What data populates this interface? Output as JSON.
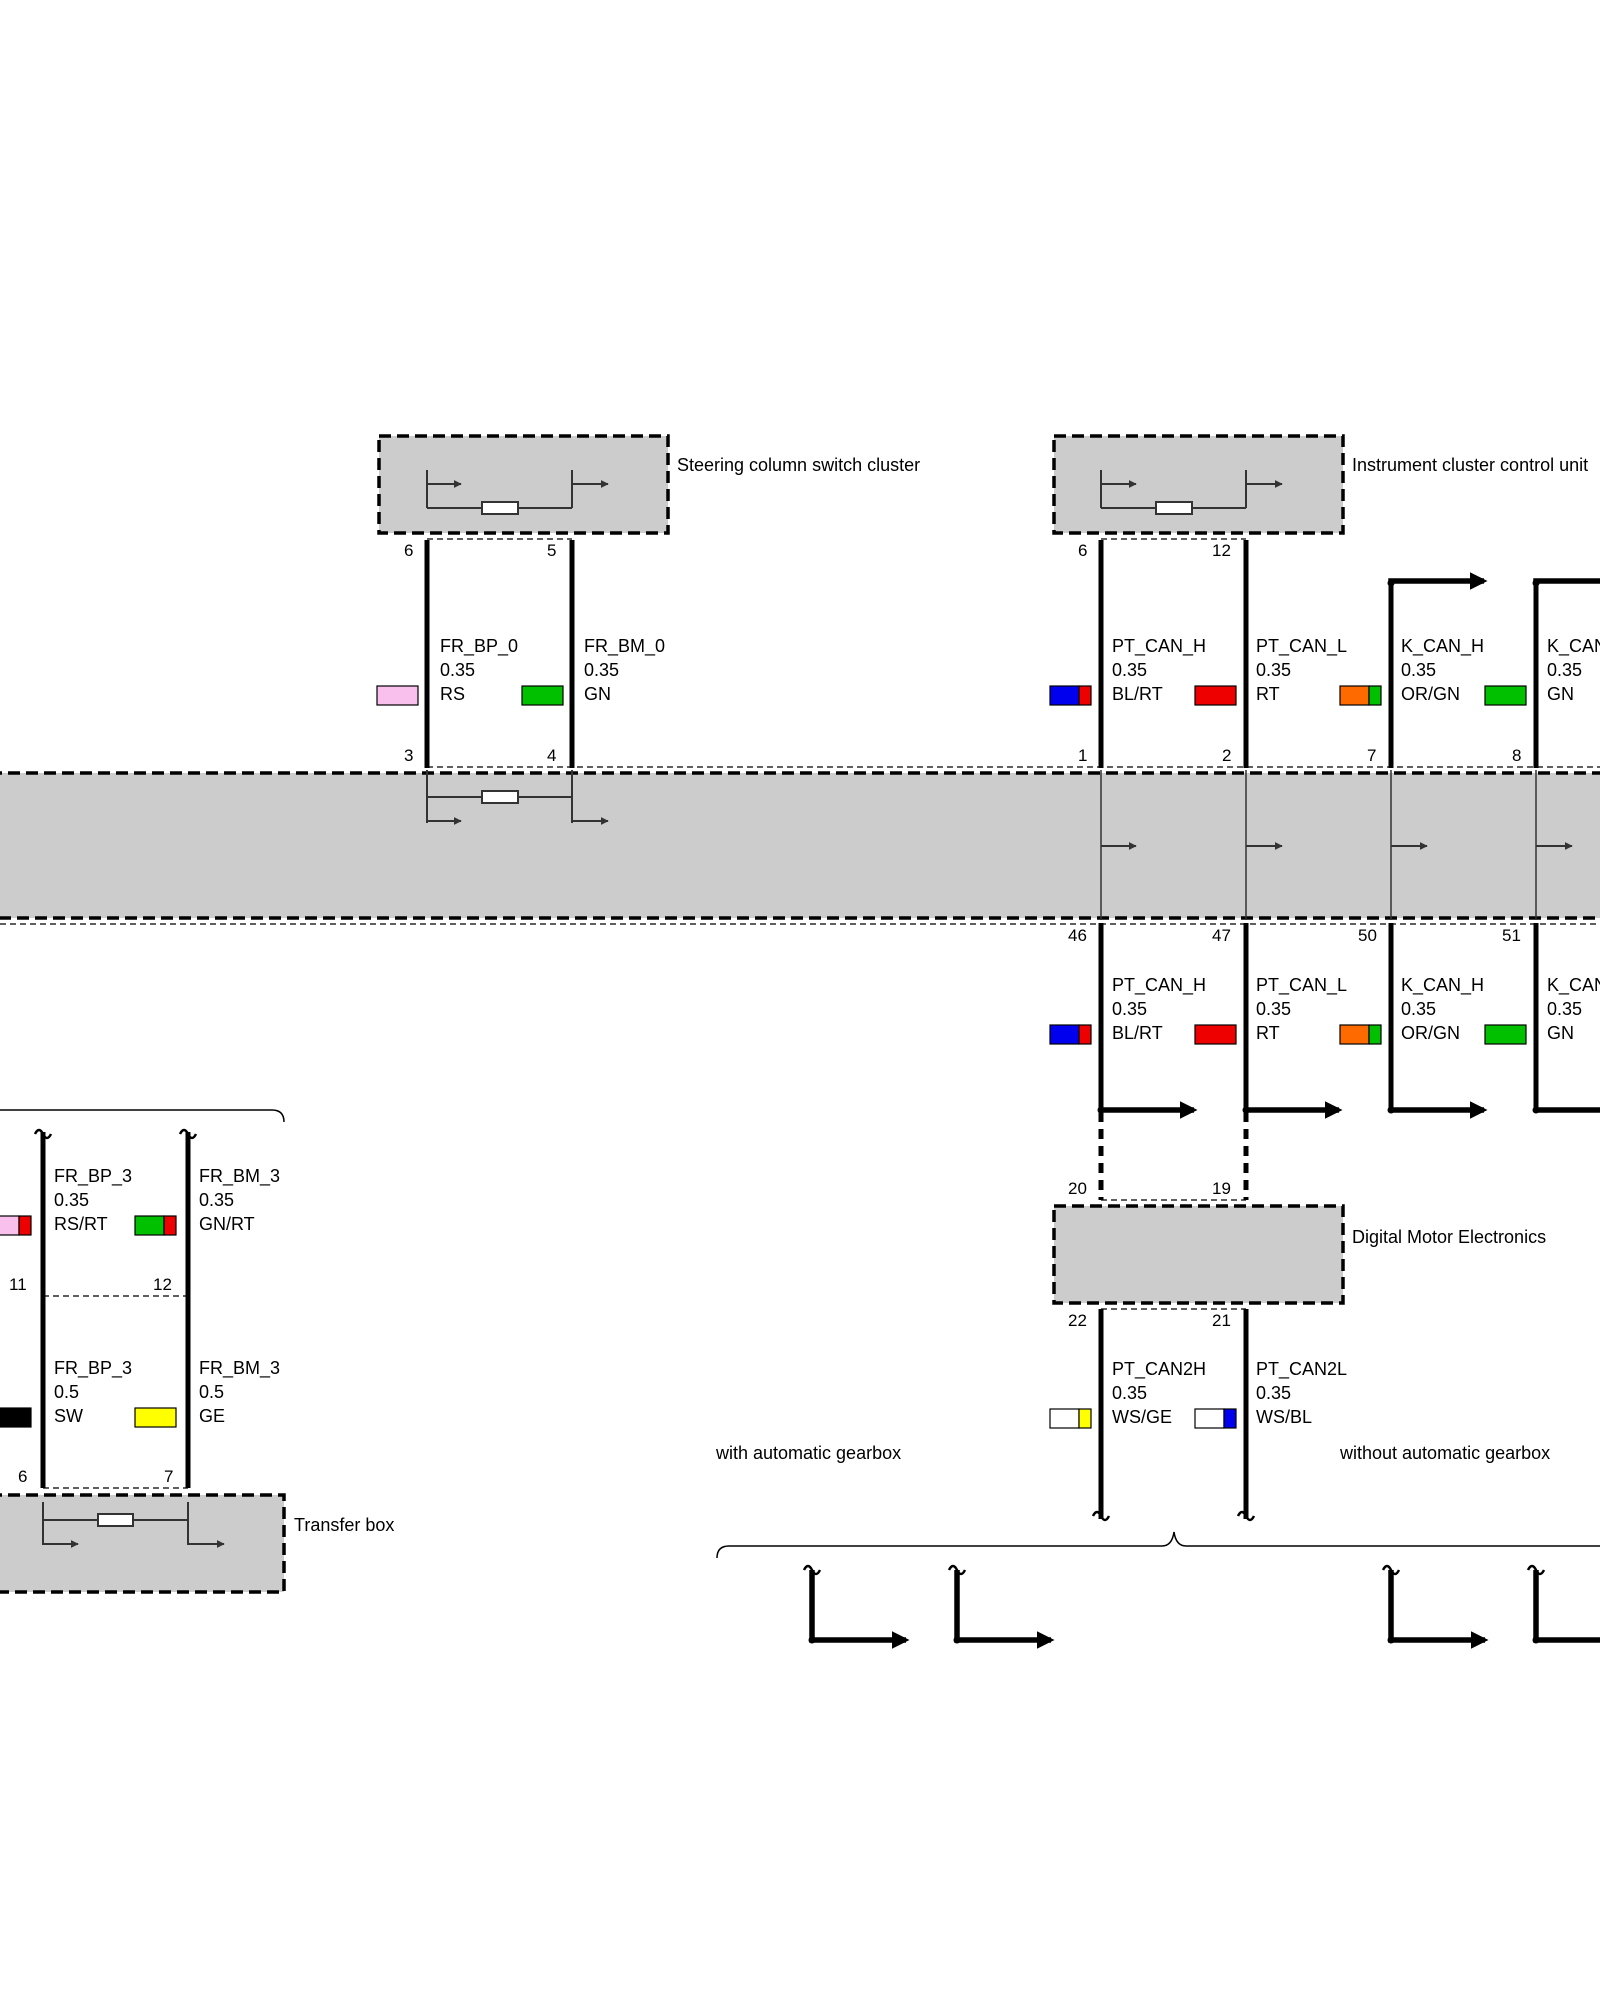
{
  "components": {
    "steering": {
      "label": "Steering column switch cluster"
    },
    "instrument": {
      "label": "Instrument cluster control unit"
    },
    "dme": {
      "label": "Digital Motor Electronics"
    },
    "transfer": {
      "label": "Transfer box"
    }
  },
  "notes": {
    "with_auto": "with automatic gearbox",
    "without_auto": "without automatic gearbox"
  },
  "colors": {
    "RS": "#f9c0ee",
    "GN": "#00c000",
    "RT": "#ee0000",
    "BL": "#0000ee",
    "OR": "#ff6a00",
    "WS": "#ffffff",
    "GE": "#ffff00",
    "SW": "#000000",
    "box_fill": "#cccccc"
  },
  "wires": [
    {
      "id": "fr-bp-0",
      "top_pin": "6",
      "bottom_pin": "3",
      "name": "FR_BP_0",
      "size": "0.35",
      "color": "RS",
      "swatch": [
        "RS"
      ]
    },
    {
      "id": "fr-bm-0",
      "top_pin": "5",
      "bottom_pin": "4",
      "name": "FR_BM_0",
      "size": "0.35",
      "color": "GN",
      "swatch": [
        "GN"
      ]
    },
    {
      "id": "pt-can-h-top",
      "top_pin": "6",
      "bottom_pin": "1",
      "name": "PT_CAN_H",
      "size": "0.35",
      "color": "BL/RT",
      "swatch": [
        "BL",
        "RT"
      ]
    },
    {
      "id": "pt-can-l-top",
      "top_pin": "12",
      "bottom_pin": "2",
      "name": "PT_CAN_L",
      "size": "0.35",
      "color": "RT",
      "swatch": [
        "RT"
      ]
    },
    {
      "id": "k-can-h-top",
      "top_pin": "",
      "bottom_pin": "7",
      "name": "K_CAN_H",
      "size": "0.35",
      "color": "OR/GN",
      "swatch": [
        "OR",
        "GN"
      ]
    },
    {
      "id": "k-can-l-top",
      "top_pin": "",
      "bottom_pin": "8",
      "name": "K_CAN",
      "size": "0.35",
      "color": "GN",
      "swatch": [
        "GN"
      ]
    },
    {
      "id": "pt-can-h-mid",
      "top_pin": "46",
      "bottom_pin": "20",
      "name": "PT_CAN_H",
      "size": "0.35",
      "color": "BL/RT",
      "swatch": [
        "BL",
        "RT"
      ]
    },
    {
      "id": "pt-can-l-mid",
      "top_pin": "47",
      "bottom_pin": "19",
      "name": "PT_CAN_L",
      "size": "0.35",
      "color": "RT",
      "swatch": [
        "RT"
      ]
    },
    {
      "id": "k-can-h-mid",
      "top_pin": "50",
      "bottom_pin": "",
      "name": "K_CAN_H",
      "size": "0.35",
      "color": "OR/GN",
      "swatch": [
        "OR",
        "GN"
      ]
    },
    {
      "id": "k-can-l-mid",
      "top_pin": "51",
      "bottom_pin": "",
      "name": "K_CAN",
      "size": "0.35",
      "color": "GN",
      "swatch": [
        "GN"
      ]
    },
    {
      "id": "pt-can2h",
      "top_pin": "22",
      "bottom_pin": "",
      "name": "PT_CAN2H",
      "size": "0.35",
      "color": "WS/GE",
      "swatch": [
        "WS",
        "GE"
      ]
    },
    {
      "id": "pt-can2l",
      "top_pin": "21",
      "bottom_pin": "",
      "name": "PT_CAN2L",
      "size": "0.35",
      "color": "WS/BL",
      "swatch": [
        "WS",
        "BL"
      ]
    },
    {
      "id": "fr-bp-3-upper",
      "top_pin": "",
      "bottom_pin": "11",
      "name": "FR_BP_3",
      "size": "0.35",
      "color": "RS/RT",
      "swatch": [
        "RS",
        "RT"
      ]
    },
    {
      "id": "fr-bm-3-upper",
      "top_pin": "",
      "bottom_pin": "12",
      "name": "FR_BM_3",
      "size": "0.35",
      "color": "GN/RT",
      "swatch": [
        "GN",
        "RT"
      ]
    },
    {
      "id": "fr-bp-3-lower",
      "top_pin": "",
      "bottom_pin": "6",
      "name": "FR_BP_3",
      "size": "0.5",
      "color": "SW",
      "swatch": [
        "SW"
      ]
    },
    {
      "id": "fr-bm-3-lower",
      "top_pin": "",
      "bottom_pin": "7",
      "name": "FR_BM_3",
      "size": "0.5",
      "color": "GE",
      "swatch": [
        "GE"
      ]
    }
  ]
}
